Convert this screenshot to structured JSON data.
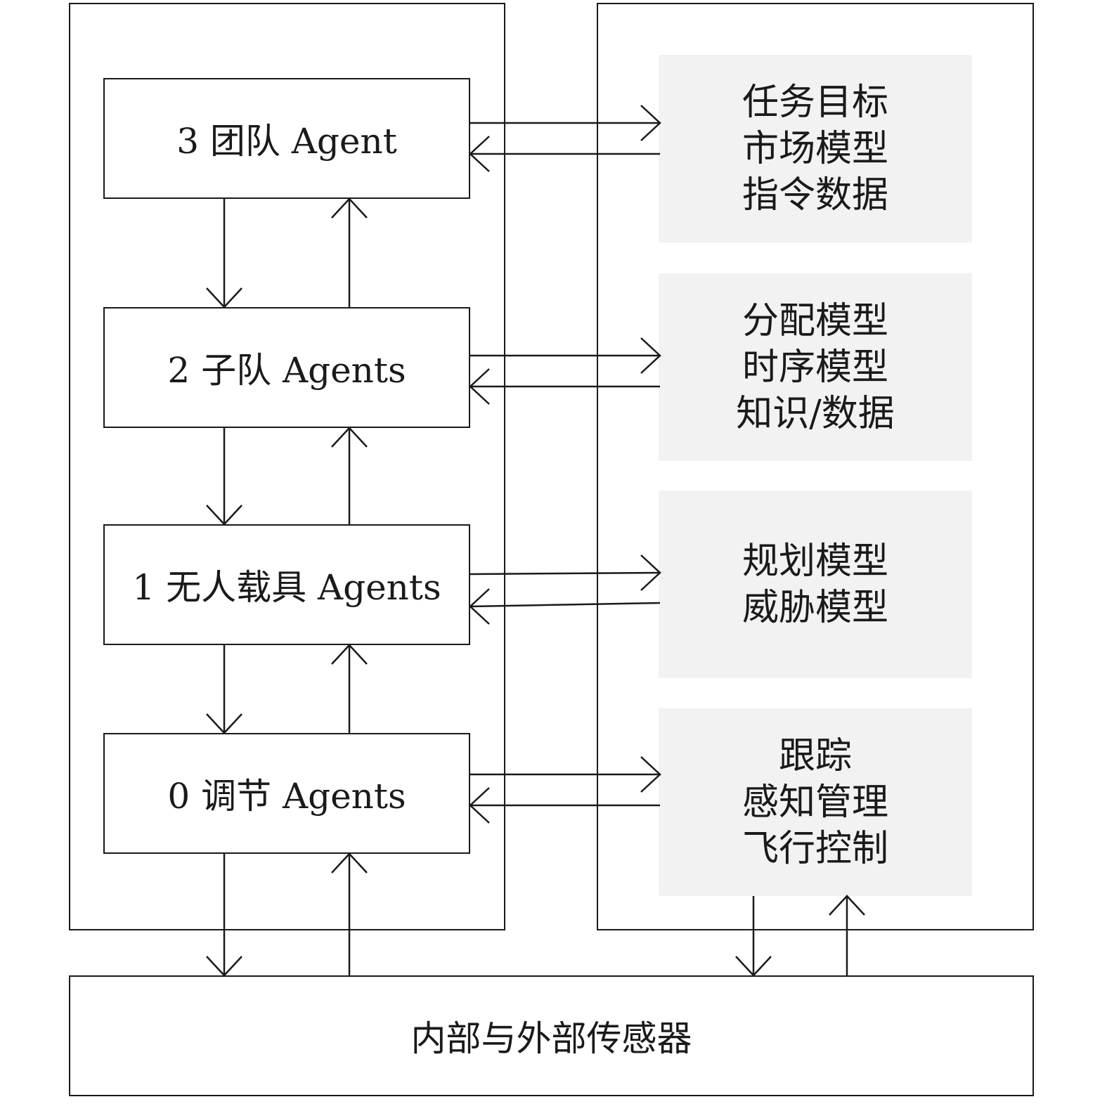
{
  "agents": [
    {
      "label": "3 团队 Agent"
    },
    {
      "label": "2 子队 Agents"
    },
    {
      "label": "1 无人载具 Agents"
    },
    {
      "label": "0 调节 Agents"
    }
  ],
  "models": [
    {
      "lines": [
        "任务目标",
        "市场模型",
        "指令数据"
      ]
    },
    {
      "lines": [
        "分配模型",
        "时序模型",
        "知识/数据"
      ]
    },
    {
      "lines": [
        "规划模型",
        "威胁模型"
      ]
    },
    {
      "lines": [
        "跟踪",
        "感知管理",
        "飞行控制"
      ]
    }
  ],
  "sensor": {
    "label": "内部与外部传感器"
  },
  "colors": {
    "stroke": "#1a1a1a",
    "model_fill": "#f2f2f2",
    "background": "#ffffff"
  }
}
